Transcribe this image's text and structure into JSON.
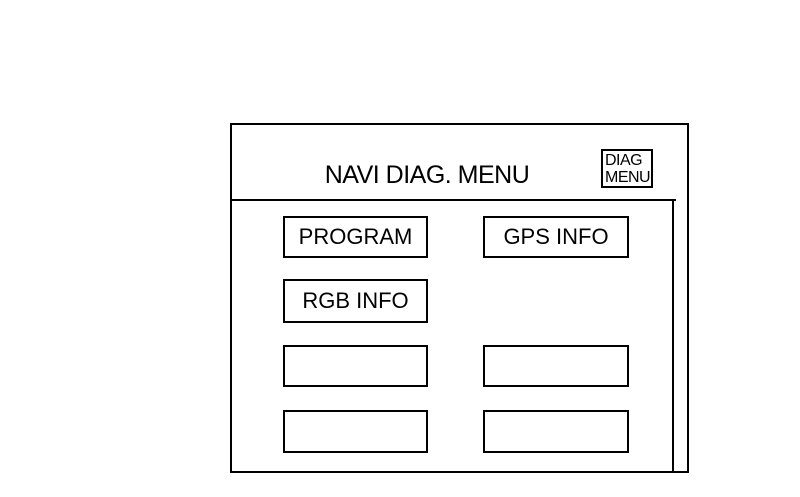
{
  "screen": {
    "title": "NAVI DIAG. MENU",
    "badge": {
      "line1": "DIAG",
      "line2": "MENU"
    },
    "buttons": [
      {
        "label": "PROGRAM"
      },
      {
        "label": "GPS INFO"
      },
      {
        "label": "RGB INFO"
      },
      {
        "label": ""
      },
      {
        "label": ""
      },
      {
        "label": ""
      },
      {
        "label": ""
      }
    ],
    "colors": {
      "background": "#ffffff",
      "line": "#000000",
      "text": "#000000"
    }
  }
}
